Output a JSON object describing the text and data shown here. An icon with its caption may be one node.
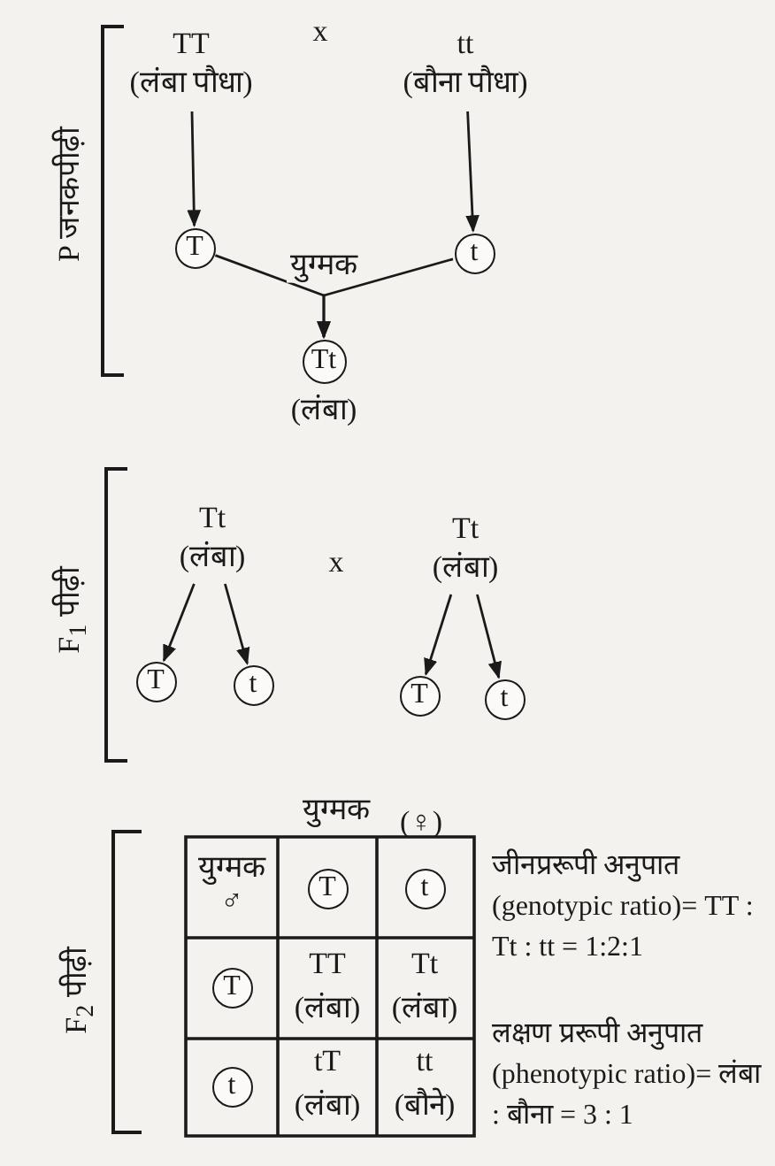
{
  "diagram": {
    "nodes": [
      {
        "text": [
          "TT",
          "(लंबा पौधा)"
        ]
      },
      {
        "text": [
          "tt",
          "(बौना पौधा)"
        ]
      },
      {
        "text": [
          "T"
        ]
      },
      {
        "text": [
          "t"
        ]
      },
      {
        "text": [
          "Tt"
        ],
        "beside": [
          "(लंबा)"
        ]
      },
      {
        "text": [
          "Tt",
          "(लंबा)"
        ]
      },
      {
        "text": [
          "Tt",
          "(लंबा)"
        ]
      },
      {
        "text": [
          "T"
        ]
      },
      {
        "text": [
          "t"
        ]
      },
      {
        "text": [
          "T"
        ]
      },
      {
        "text": [
          "t"
        ]
      },
      {
        "text": [
          "T"
        ]
      },
      {
        "text": [
          "t"
        ]
      },
      {
        "text": [
          "T"
        ]
      },
      {
        "text": [
          "t"
        ]
      }
    ],
    "edges": [
      {
        "from": 0,
        "to": 2,
        "arrow": "to"
      },
      {
        "from": 1,
        "to": 3,
        "arrow": "to"
      },
      {
        "from": 2,
        "to": 4,
        "arrow": "to",
        "label": "युग्मक"
      },
      {
        "from": 3,
        "to": 4,
        "arrow": "to"
      },
      {
        "from": 5,
        "to": 7,
        "arrow": "to"
      },
      {
        "from": 5,
        "to": 8,
        "arrow": "to"
      },
      {
        "from": 6,
        "to": 9,
        "arrow": "to"
      },
      {
        "from": 6,
        "to": 10,
        "arrow": "to"
      }
    ],
    "labels": [
      "x",
      "P जनकपीढ़ी",
      "x",
      "F$_{1}$ पीढ़ी",
      "युग्मक",
      "(♀)",
      "F$_{2}$ पीढ़ी",
      "युग्मक ♂",
      "TT",
      "(लंबा)",
      "Tt",
      "(लंबा)",
      "tT",
      "(लंबा)",
      "tt",
      "(बौने)",
      "जीनप्ररूपी अनुपात (genotypic ratio)= TT : Tt : tt = 1:2:1",
      "लक्षण प्ररूपी अनुपात (phenotypic ratio)= लंबा : बौना = 3 : 1"
    ]
  }
}
